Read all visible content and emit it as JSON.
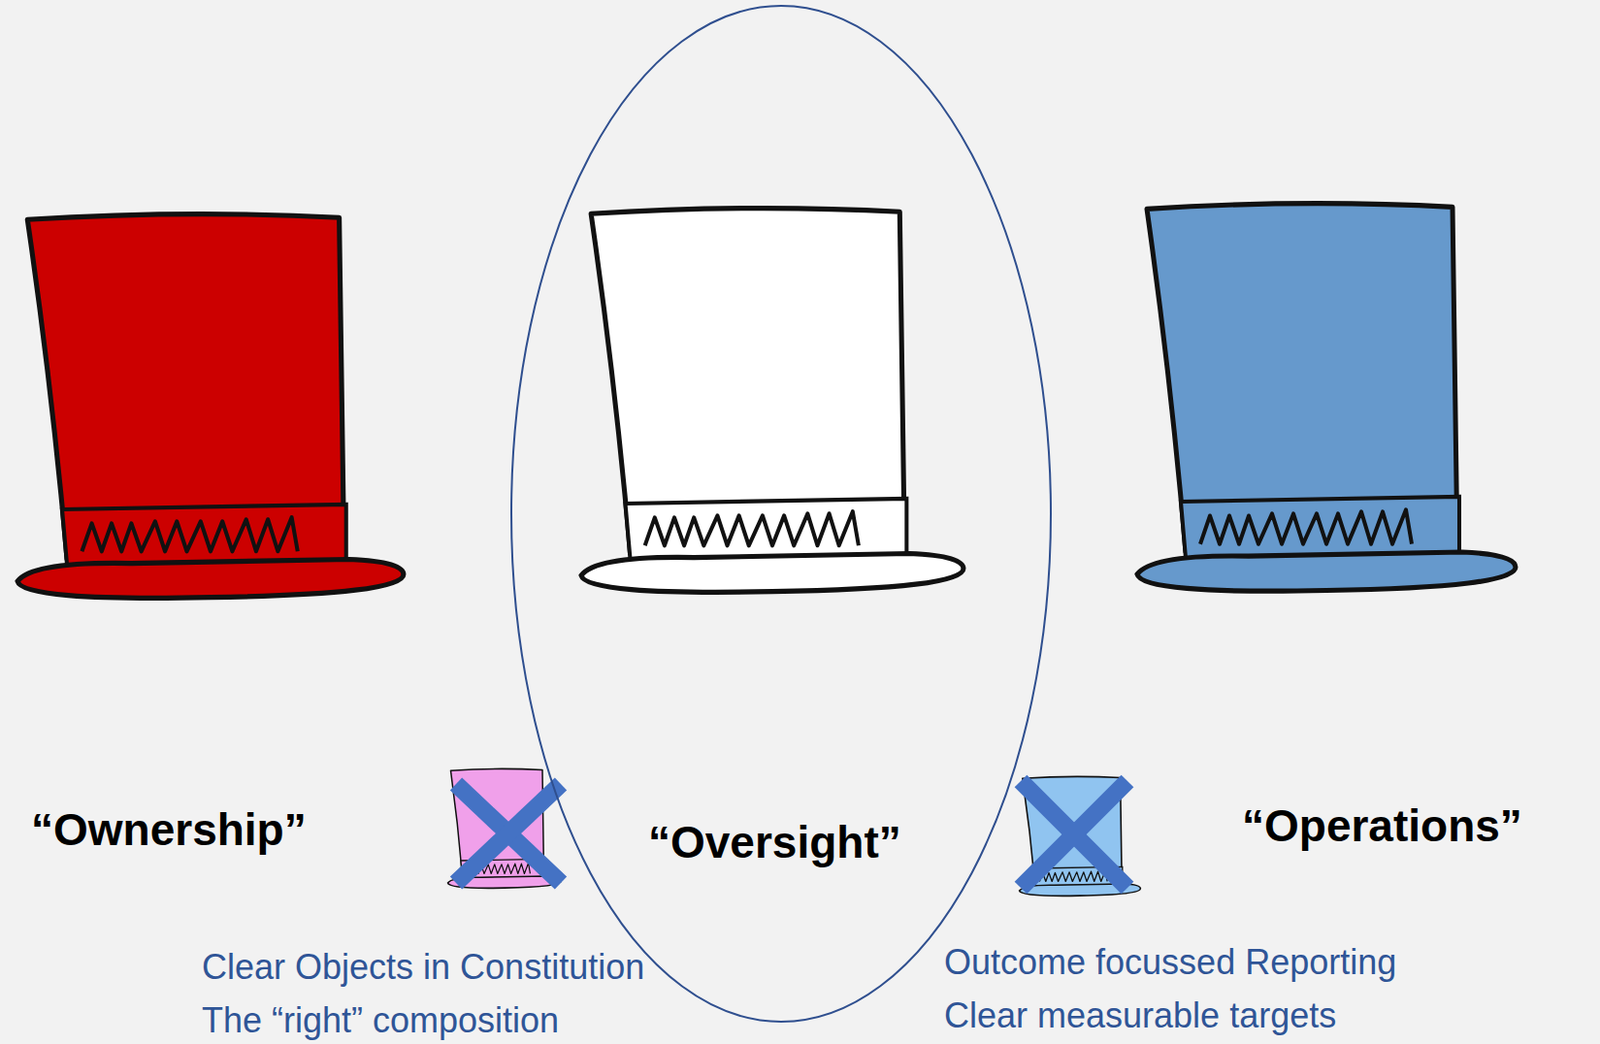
{
  "diagram": {
    "nodes": [
      {
        "text": [
          "“Oversight”"
        ]
      }
    ],
    "labels": [
      "“Ownership”",
      "“Operations”",
      "Clear Objects in Constitution",
      "The “right” composition",
      "Outcome focussed Reporting",
      "Clear measurable targets"
    ]
  }
}
